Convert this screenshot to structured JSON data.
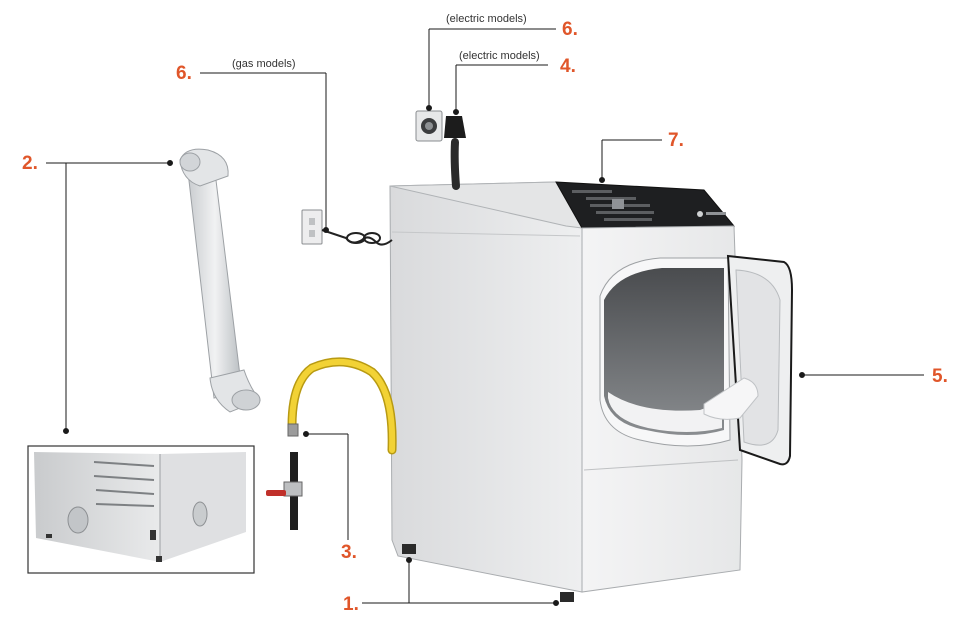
{
  "accent_color": "#e0562a",
  "callouts": [
    {
      "label": "1."
    },
    {
      "label": "2."
    },
    {
      "label": "3."
    },
    {
      "label": "4.",
      "note": "(electric models)"
    },
    {
      "label": "5."
    },
    {
      "label": "6.",
      "note": "(electric models)"
    },
    {
      "label": "6.",
      "note": "(gas models)"
    },
    {
      "label": "7."
    }
  ]
}
